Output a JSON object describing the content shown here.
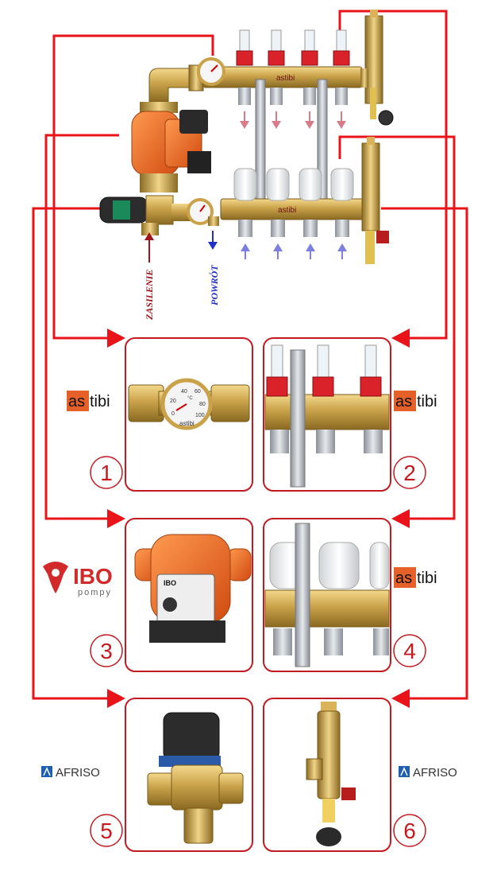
{
  "labels": {
    "supply": "ZASILENIE",
    "return": "POWRÓT"
  },
  "brands": {
    "manifold_top": "astibi",
    "manifold_bottom": "astibi",
    "b1": {
      "as": "as",
      "tibi": "tibi"
    },
    "b2": {
      "as": "as",
      "tibi": "tibi"
    },
    "b4": {
      "as": "as",
      "tibi": "tibi"
    },
    "ibo": {
      "name": "IBO",
      "sub": "pompy"
    },
    "afriso5": "AFRISO",
    "afriso6": "AFRISO",
    "gauge_brand": "astibi",
    "pump_label": "IBO"
  },
  "gauge": {
    "unit": "°C",
    "ticks": [
      "20",
      "40",
      "60",
      "80",
      "100",
      "0"
    ]
  },
  "panels": [
    {
      "number": "1"
    },
    {
      "number": "2"
    },
    {
      "number": "3"
    },
    {
      "number": "4"
    },
    {
      "number": "5"
    },
    {
      "number": "6"
    }
  ],
  "colors": {
    "arrow_red": "#e8141a",
    "brass": "#c9a24a",
    "pump_orange": "#f06a1e",
    "return_blue": "#2030c8",
    "supply_red": "#a0141c",
    "astibi_orange": "#e6602a"
  }
}
